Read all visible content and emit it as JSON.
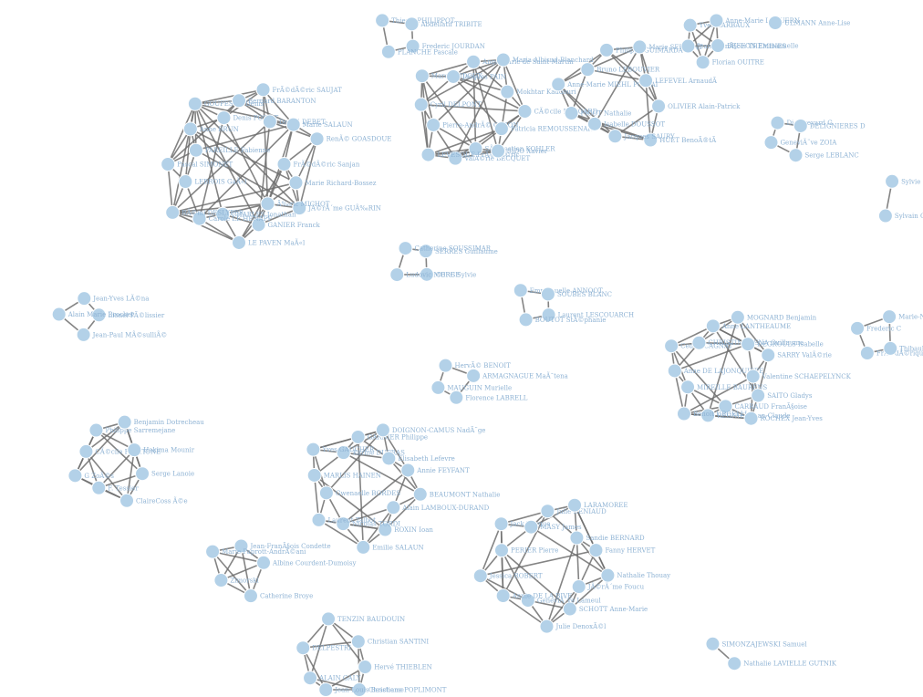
{
  "graph": {
    "clusters": [
      {
        "id": "c1",
        "members": [
          "FrÃ©dÃ©ric Sanjan",
          "Marie Richard-Bossez",
          "JÃ©rÃ´me GUÃ‰RIN",
          "Ã‰ric MICHOT",
          "GANIER Franck",
          "LE PAVEN MaÃ«l",
          "CHARLES Jonathan",
          "Carole LE HENAFF",
          "RÃ©mi DESLYPER",
          "LEBROIS GaÃ«l",
          "Pascal SIMONET",
          "PAREILLE Fabienne",
          "Anne BRUN",
          "GOUPESCU Denis",
          "Denis POIZAT",
          "Bernard BARANTON",
          "FrÃ©dÃ©ric SAUJAT",
          "Daniel DEBET",
          "Marie SALAUN",
          "RenÃ© GOASDOUE"
        ]
      },
      {
        "id": "c2",
        "members": [
          "Frederic JOURDAN",
          "PLANCHE Pascale",
          "Thierry PHILIPPOT",
          "Abdellatif TRIBITE"
        ]
      },
      {
        "id": "c3",
        "members": [
          "SÃ©bastien KOHLER",
          "ValÃ©rie BECQUET",
          "LEVESQUE FrÃ©dÃ©ric",
          "Pierre-AndrÃ© CARON",
          "Cyril DELPONT",
          "Marc BRIDOUX",
          "Jacques PAIN",
          "Ange Marie de Saint-Martin",
          "Maria Albisud-Blanchard",
          "Mokhtar Kaddouri",
          "CÃ©cile BAUGARD",
          "Patricia REMOUSSENARD",
          "SIDO Xavier"
        ]
      },
      {
        "id": "c4",
        "members": [
          "Isabelle DOUSSOT",
          "PICOT Nathalie",
          "Anne-Marie MIEHL POSTAI",
          "Bruno LEBOUVIER",
          "Philippe GUIMARDÃ",
          "Marie SERSANT",
          "LEFEVEL ArnaudÃ",
          "OLIVIER Alain-Patrick",
          "HUET BenoÃ®tÃ",
          "Jacques SAURY"
        ]
      },
      {
        "id": "c5",
        "members": [
          "Jean-FranÃ§ois THEMINES",
          "Yves GARBAUX",
          "Anne-Marie LEGUERN",
          "BEFFON Emmanuelle",
          "Florian OUITRE"
        ]
      },
      {
        "id": "c6",
        "members": [
          "ULMANN Anne-Lise"
        ]
      },
      {
        "id": "c7",
        "members": [
          "Dieuweyard G",
          "DELIGNIERES D",
          "Serge LEBLANC",
          "GeneviÃ¨ve ZOIA"
        ]
      },
      {
        "id": "c8",
        "members": [
          "Sylvie BOURILLE",
          "Sylvain C"
        ]
      },
      {
        "id": "c9",
        "members": [
          "SERRES Guillaume",
          "CERE Sylvie",
          "Ludovic MORGE",
          "Catherine SOUSSIMAR"
        ]
      },
      {
        "id": "c10",
        "members": [
          "Lionel PÃ©lissier",
          "Jean-Paul MÃ©sulliÃ©",
          "Alain Marie Brochet",
          "Jean-Yves LÃ©na"
        ]
      },
      {
        "id": "c11",
        "members": [
          "Laurent LESCOUARCH",
          "BOUTOT StÃ©phanie",
          "Emmanuelle ANNOOT",
          "SOUBES BLANC"
        ]
      },
      {
        "id": "c12",
        "members": [
          "CARRAUD FranÃ§oise",
          "REGNIER Jean-Claude",
          "Benoit URGELLI",
          "MIREILLE BAURENS",
          "Anne DE LAJONQUIERE",
          "Cedric CAGNAT",
          "CHRISTIN-ELENA Guillaume",
          "Anne LANTHEAUME",
          "MOGNARD Benjamin",
          "DEGROULS Isabelle",
          "SARRY ValÃ©rie",
          "Valentine SCHAEPELYNCK",
          "SAITO Gladys",
          "ROCHEX Jean-Yves"
        ]
      },
      {
        "id": "c13",
        "members": [
          "FrÃ©dÃ©rique Letellier",
          "Frederic C",
          "Marie-NoÃ«lle Raby",
          "Thibault Leroux"
        ]
      },
      {
        "id": "c14",
        "members": [
          "MAUGUIN Murielle",
          "HervÃ© BENOIT",
          "ARMAGNAGUE MaÃ¯tena",
          "Florence LABRELL"
        ]
      },
      {
        "id": "c15",
        "members": [
          "CÃ©cile FRETIONE",
          "Philippe Sarremejane",
          "Benjamin Dotrecheau",
          "Hakima Mounir",
          "Serge Lanoie",
          "ClaireCoss Ã©e",
          "F. Tessier",
          "G ZoÃ©s"
        ]
      },
      {
        "id": "c16",
        "members": [
          "Karine DUPRAS",
          "GARNIER Philippe",
          "DOIGNON-CAMUS NadÃ¨ge",
          "Elisabeth Lefevre",
          "Annie FEYFANT",
          "BEAUMONT Nathalie",
          "Alain LAMBOUX-DURAND",
          "ROXIN Ioan",
          "Emilie SALAUN",
          "Nicolas TORDI",
          "Laurent Talbot",
          "Gwenaelle BORDES",
          "MARLIS HAINEN",
          "Yves GAUCHER"
        ]
      },
      {
        "id": "c17",
        "members": [
          "Jean-FranÃ§ois Condette",
          "Albine Courdent-Dumoisy",
          "Catherine Broye",
          "Zimorski",
          "Marie Paprott-AndrÃ©ani"
        ]
      },
      {
        "id": "c18",
        "members": [
          "Sandie BERNARD",
          "Fanny HERVET",
          "Nathalie Thouay",
          "JÃ©rÃ´me Foucu",
          "SCHOTT Anne-Marie",
          "Julie DenoxÃ©l",
          "GeneviÃ¨ve Lameul",
          "Annie DE LA BIVE",
          "Jessica ROBERT",
          "PERIER Pierre",
          "Jack Boygue",
          "MASY James",
          "Julie DENIAUD",
          "LARAMOREE"
        ]
      },
      {
        "id": "c19",
        "members": [
          "Hervé THIEBLEN",
          "Christiane POPLIMONT",
          "Jean-Louis Bescheme",
          "ALAIN GALY",
          "DELPESTRI",
          "TENZIN BAUDOUIN",
          "Christian SANTINI"
        ]
      },
      {
        "id": "c20",
        "members": [
          "Nathalie LAVIELLE GUTNIK",
          "SIMONZAJEWSKI Samuel"
        ]
      }
    ]
  },
  "colors": {
    "node": "#b3d1e8",
    "edge": "#6f6f6f",
    "label": "#8fb3d4",
    "background": "#ffffff"
  }
}
